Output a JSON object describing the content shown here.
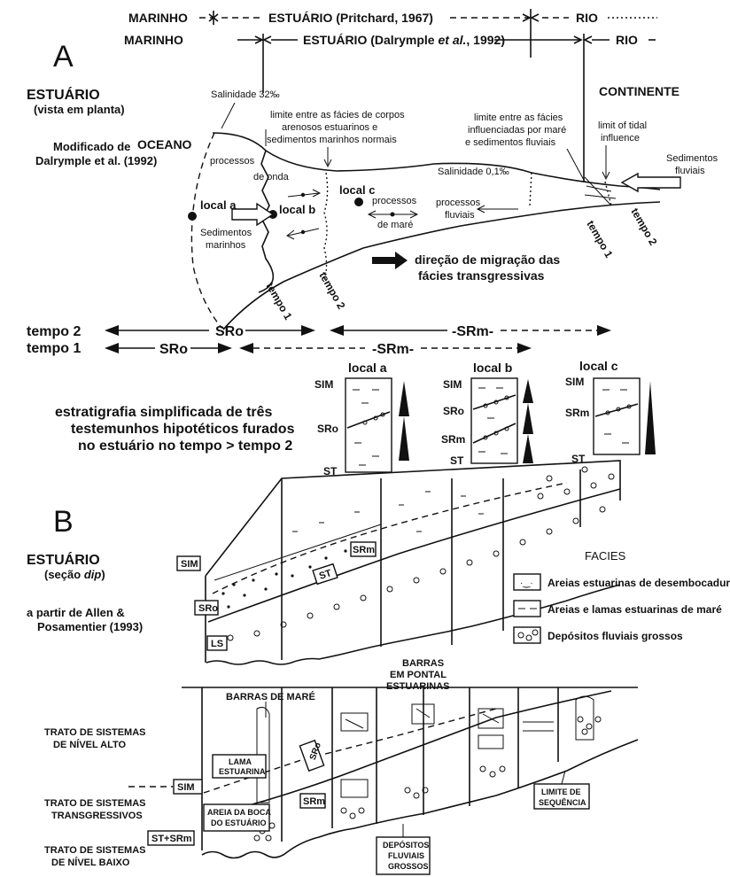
{
  "header": {
    "row1_left": "MARINHO",
    "row1_mid": "ESTUÁRIO (Pritchard, 1967)",
    "row1_right": "RIO",
    "row2_left": "MARINHO",
    "row2_mid_a": "ESTUÁRIO (Dalrymple ",
    "row2_mid_b": "et al.",
    "row2_mid_c": ", 1992)",
    "row2_right": "RIO"
  },
  "panel_a": {
    "letter": "A",
    "title": "ESTUÁRIO",
    "subtitle": "(vista em planta)",
    "source1": "Modificado de",
    "source2": "Dalrymple et al. (1992)",
    "oceano": "OCEANO",
    "continente": "CONTINENTE",
    "salinity_high": "Salinidade 32‰",
    "salinity_low": "Salinidade 0,1‰",
    "limit_marine_1": "limite entre as fácies de corpos",
    "limit_marine_2": "arenosos estuarinos e",
    "limit_marine_3": "sedimentos marinhos normais",
    "limit_tidal_1": "limite entre as fácies",
    "limit_tidal_2": "influenciadas por maré",
    "limit_tidal_3": "e sedimentos fluviais",
    "tidal_influence_1": "limit of tidal",
    "tidal_influence_2": "influence",
    "sed_fluviais_1": "Sedimentos",
    "sed_fluviais_2": "fluviais",
    "processos": "processos",
    "de_onda": "de onda",
    "local_a": "local a",
    "local_b": "local b",
    "local_c": "local c",
    "proc_mare_1": "processos",
    "proc_mare_2": "de maré",
    "proc_fluv_1": "processos",
    "proc_fluv_2": "fluviais",
    "sed_marinhos_1": "Sedimentos",
    "sed_marinhos_2": "marinhos",
    "migration_1": "direção de migração das",
    "migration_2": "fácies transgressivas",
    "tempo1": "tempo 1",
    "tempo2": "tempo 2"
  },
  "timeline": {
    "tempo2": "tempo 2",
    "tempo1": "tempo 1",
    "sro": "SRo",
    "srm": "-SRm-",
    "srm2": "-SRm-"
  },
  "cores": {
    "local_a": "local a",
    "local_b": "local b",
    "local_c": "local c",
    "sim": "SIM",
    "sro": "SRo",
    "srm": "SRm",
    "st": "ST",
    "caption1": "estratigrafia simplificada de três",
    "caption2": "testemunhos hipotéticos furados",
    "caption3": "no estuário no tempo > tempo 2"
  },
  "panel_b": {
    "letter": "B",
    "title": "ESTUÁRIO",
    "subtitle_a": "(seção ",
    "subtitle_b": "dip",
    "subtitle_c": ")",
    "source1": "a partir de Allen &",
    "source2": "Posamentier (1993)",
    "sim": "SIM",
    "sro": "SRo",
    "ls": "LS",
    "st": "ST",
    "srm": "SRm",
    "facies": "FACIES",
    "legend1": "Areias estuarinas de desembocadura",
    "legend2": "Areias e lamas estuarinas de maré",
    "legend3": "Depósitos fluviais grossos"
  },
  "bottom": {
    "barras_mare": "BARRAS DE MARÉ",
    "barras_pontal_1": "BARRAS",
    "barras_pontal_2": "EM PONTAL",
    "barras_pontal_3": "ESTUARINAS",
    "hst_1": "TRATO DE SISTEMAS",
    "hst_2": "DE NÍVEL ALTO",
    "lama_1": "LAMA",
    "lama_2": "ESTUARINA",
    "sim": "SIM",
    "tst_1": "TRATO DE SISTEMAS",
    "tst_2": "TRANSGRESSIVOS",
    "areia_1": "AREIA DA BOCA",
    "areia_2": "DO ESTUÁRIO",
    "sro": "SRo",
    "srm": "SRm",
    "st_srm": "ST+SRm",
    "lst_1": "TRATO DE SISTEMAS",
    "lst_2": "DE NÍVEL BAIXO",
    "fluv_1": "DEPÓSITOS",
    "fluv_2": "FLUVIAIS",
    "fluv_3": "GROSSOS",
    "limite_1": "LIMITE DE",
    "limite_2": "SEQUÊNCIA"
  }
}
